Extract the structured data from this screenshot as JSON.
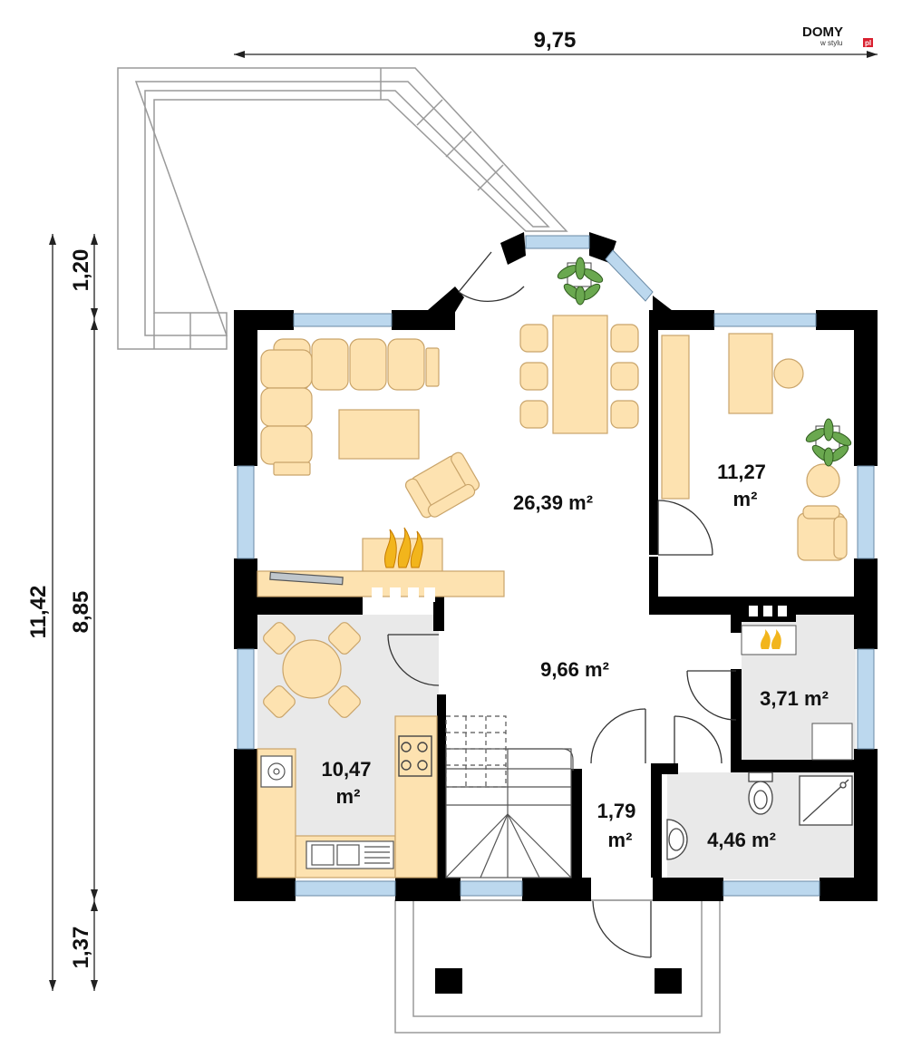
{
  "logo": {
    "brand": "DOMY",
    "sub": "w stylu",
    "tld": "pl"
  },
  "dimensions": {
    "total_width": "9,75",
    "total_depth": "11,42",
    "seg_top": "1,20",
    "seg_middle": "8,85",
    "seg_bottom": "1,37"
  },
  "rooms": {
    "living": "26,39 m²",
    "office_num": "11,27",
    "office_unit": "m²",
    "kitchen_num": "10,47",
    "kitchen_unit": "m²",
    "hall": "9,66 m²",
    "boiler": "3,71 m²",
    "vestibule_num": "1,79",
    "vestibule_unit": "m²",
    "bath": "4,46 m²"
  },
  "colors": {
    "wall": "#000000",
    "furniture": "#fde2b0",
    "furniture_stroke": "#c9a46a",
    "tile_floor": "#e9e9e9",
    "window": "#bcd8ee",
    "fire": "#f2b51c"
  }
}
